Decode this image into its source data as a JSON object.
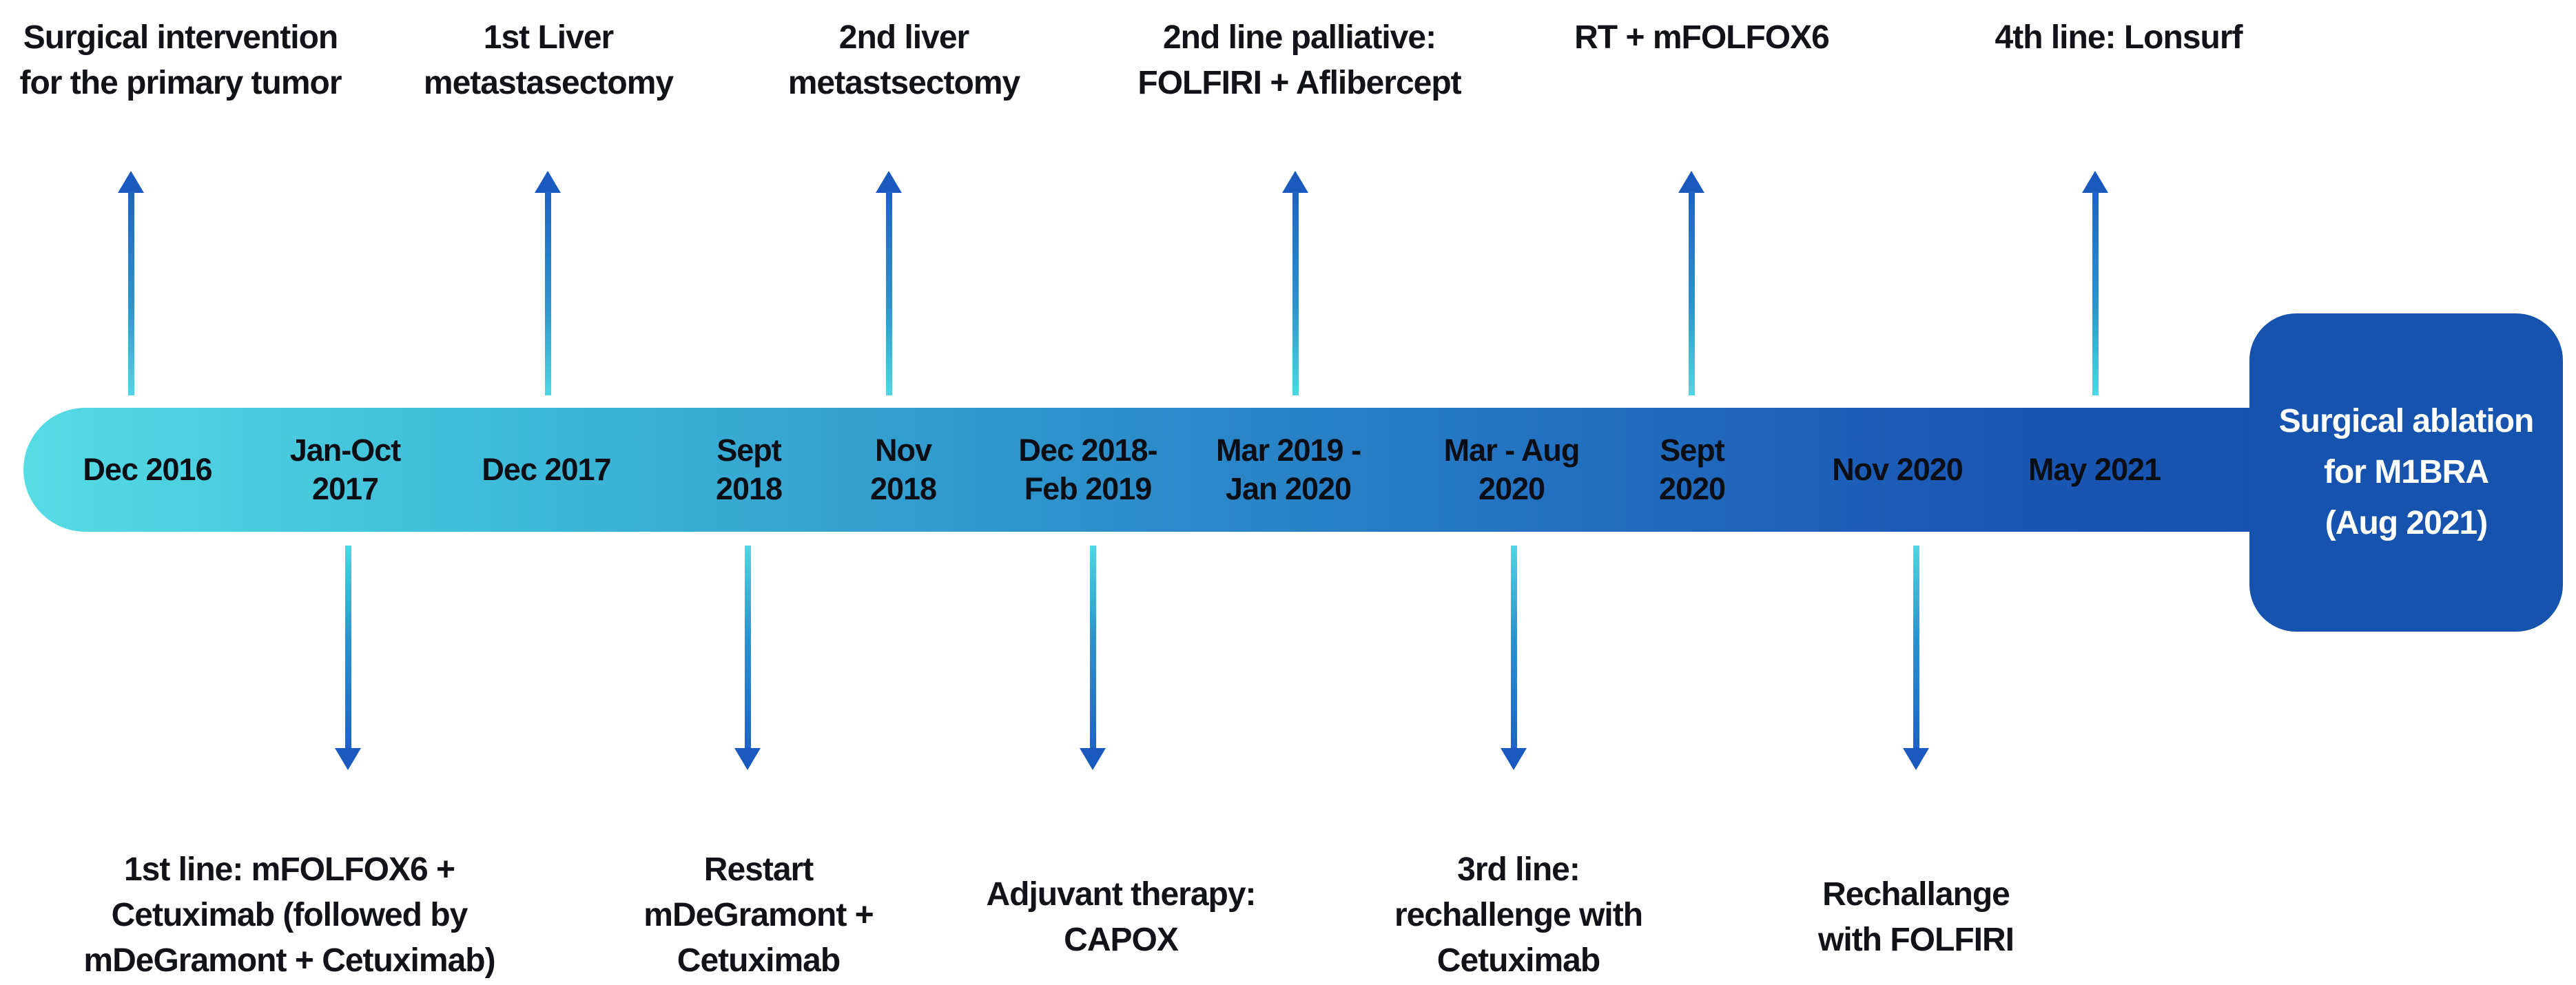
{
  "events_top": [
    {
      "label": "Surgical intervention\nfor the primary tumor"
    },
    {
      "label": "1st Liver\nmetastasectomy"
    },
    {
      "label": "2nd liver\nmetastsectomy"
    },
    {
      "label": "2nd line palliative:\nFOLFIRI + Aflibercept"
    },
    {
      "label": "RT + mFOLFOX6"
    },
    {
      "label": "4th line: Lonsurf"
    }
  ],
  "dates": [
    {
      "label": "Dec 2016"
    },
    {
      "label": "Jan-Oct\n2017"
    },
    {
      "label": "Dec 2017"
    },
    {
      "label": "Sept\n2018"
    },
    {
      "label": "Nov\n2018"
    },
    {
      "label": "Dec 2018-\nFeb 2019"
    },
    {
      "label": "Mar 2019 -\nJan 2020"
    },
    {
      "label": "Mar - Aug\n2020"
    },
    {
      "label": "Sept\n2020"
    },
    {
      "label": "Nov 2020"
    },
    {
      "label": "May 2021"
    }
  ],
  "events_bottom": [
    {
      "label": "1st line: mFOLFOX6 +\nCetuximab (followed by\nmDeGramont + Cetuximab)"
    },
    {
      "label": "Restart\nmDeGramont +\nCetuximab"
    },
    {
      "label": "Adjuvant therapy:\nCAPOX"
    },
    {
      "label": "3rd line:\nrechallenge with\nCetuximab"
    },
    {
      "label": "Rechallange\nwith FOLFIRI"
    }
  ],
  "end_box": {
    "label": "Surgical ablation\nfor M1BRA\n(Aug 2021)"
  },
  "colors": {
    "bar_gradient_start": "#55dce4",
    "bar_gradient_end": "#1550ad",
    "arrow_head": "#1a5abf",
    "arrow_cyan": "#4ed6e2",
    "arrow_blue": "#1e63c4",
    "end_box_bg": "#1553ae",
    "end_box_text": "#ffffff",
    "label_text": "#111318"
  }
}
